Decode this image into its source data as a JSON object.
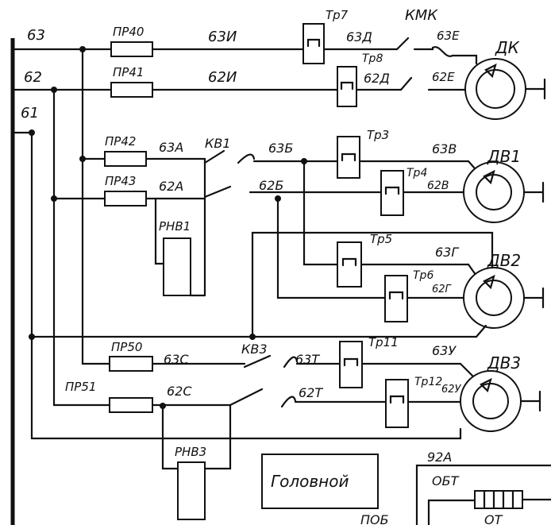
{
  "schematic": {
    "buses": [
      "63",
      "62",
      "61"
    ],
    "fuses": [
      "ПР40",
      "ПР41",
      "ПР42",
      "ПР43",
      "ПР50",
      "ПР51"
    ],
    "wires": [
      "63И",
      "62И",
      "63Д",
      "62Д",
      "63Е",
      "62Е",
      "63А",
      "62А",
      "63Б",
      "62Б",
      "63В",
      "62В",
      "63Г",
      "62Г",
      "63С",
      "62С",
      "63Т",
      "62Т",
      "63У",
      "62У"
    ],
    "contactors": [
      "КМК",
      "КВ1",
      "КВ3"
    ],
    "relays": [
      "Тр7",
      "Тр8",
      "Тр3",
      "Тр4",
      "Тр5",
      "Тр6",
      "Тр11",
      "Тр12"
    ],
    "regulators": [
      "РНВ1",
      "РНВ3"
    ],
    "motors": [
      "ДК",
      "ДВ1",
      "ДВ2",
      "ДВ3"
    ],
    "label_box": "Головной",
    "bottom_right": {
      "number": "92А",
      "label": "ОБТ",
      "sub": "ОТ"
    },
    "partial_bottom": [
      "ПОБ"
    ]
  }
}
